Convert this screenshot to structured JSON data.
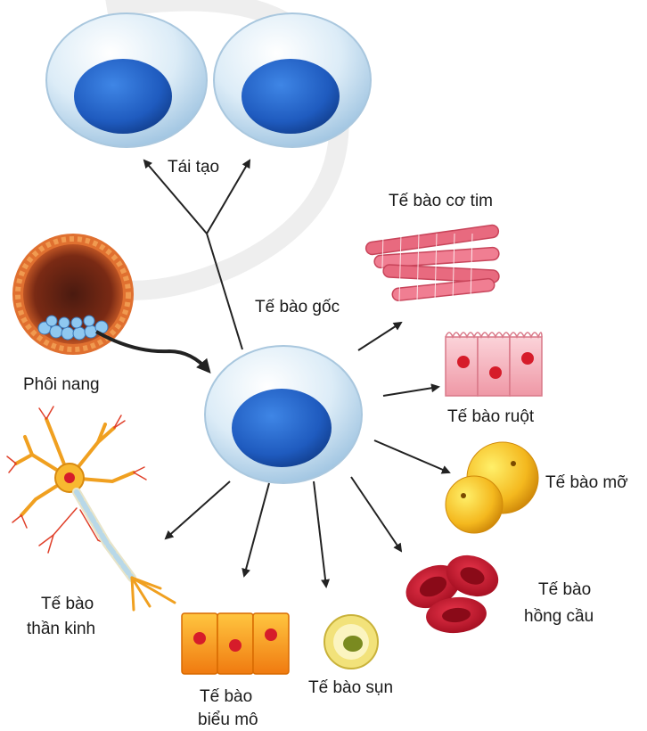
{
  "labels": {
    "regeneration": "Tái tạo",
    "stem_cell": "Tế bào gốc",
    "blastocyst": "Phôi nang",
    "cardiac": "Tế bào cơ tim",
    "intestinal": "Tế bào ruột",
    "fat": "Tế bào mỡ",
    "red_blood_line1": "Tế bào",
    "red_blood_line2": "hồng cầu",
    "cartilage": "Tế bào sụn",
    "epithelial_line1": "Tế bào",
    "epithelial_line2": "biểu mô",
    "nerve_line1": "Tế bào",
    "nerve_line2": "thần kinh"
  },
  "colors": {
    "cell_membrane": "#dcecf7",
    "nucleus": "#1f5bbf",
    "arrow": "#222222",
    "cardiac": "#e86a7f",
    "intestinal": "#f2a7b2",
    "fat": "#f4b81e",
    "red_blood": "#c8102e",
    "cartilage": "#f2e27a",
    "epithelial": "#f79a1c",
    "nerve": "#f0a020",
    "blastocyst": "#d8642a"
  }
}
